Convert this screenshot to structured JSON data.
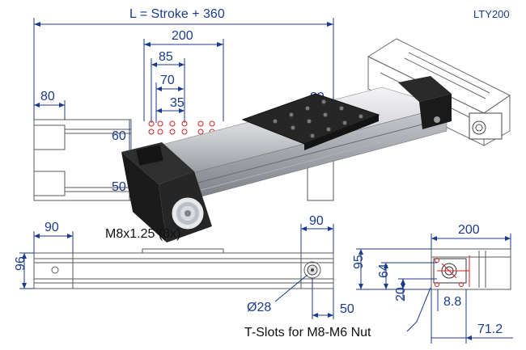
{
  "model": "LTY200",
  "dims": {
    "length": "L = Stroke + 360",
    "carriage_width": "200",
    "hole_85": "85",
    "hole_70": "70",
    "hole_35": "35",
    "end_80_left": "80",
    "end_80_right": "80",
    "height_60": "60",
    "height_50": "50",
    "side_90_left": "90",
    "side_90_right": "90",
    "height_96": "96",
    "bore": "Ø28",
    "offset_50": "50",
    "end_width_200": "200",
    "end_height_95": "95",
    "end_height_64": "64",
    "end_height_20": "20",
    "end_8_8": "8.8",
    "end_71_2": "71.2"
  },
  "labels": {
    "thread": "M8x1.25 (8x)",
    "tslots": "T-Slots for M8-M6 Nut"
  },
  "colors": {
    "dimension": "#1a3a8c",
    "drawing": "#5a5a5a",
    "red": "#d42020",
    "profile": "#e8e8ea",
    "dark": "#1c1c1c"
  }
}
